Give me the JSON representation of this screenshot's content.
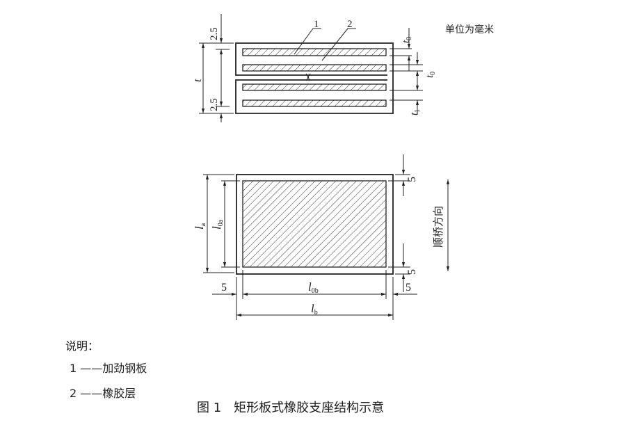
{
  "unit_note": "单位为毫米",
  "section_view": {
    "callouts": [
      "1",
      "2"
    ],
    "dim_total": "t",
    "dim_cover_top": "2.5",
    "dim_cover_bottom": "2.5",
    "dim_t0_a": "t",
    "dim_t0_b": "t",
    "dim_t1": "t",
    "sub_0": "0",
    "sub_1": "1"
  },
  "plan_view": {
    "dim_la": "l",
    "dim_la_sub": "a",
    "dim_l0a": "l",
    "dim_l0a_sub": "0a",
    "dim_l0b": "l",
    "dim_l0b_sub": "0b",
    "dim_lb": "l",
    "dim_lb_sub": "b",
    "cover_top": "5",
    "cover_bottom": "5",
    "cover_left": "5",
    "cover_right": "5",
    "direction_label": "顺桥方向"
  },
  "legend": {
    "title": "说明：",
    "items": [
      "1 ——加劲钢板",
      "2 ——橡胶层"
    ]
  },
  "caption": "图 1　矩形板式橡胶支座结构示意"
}
